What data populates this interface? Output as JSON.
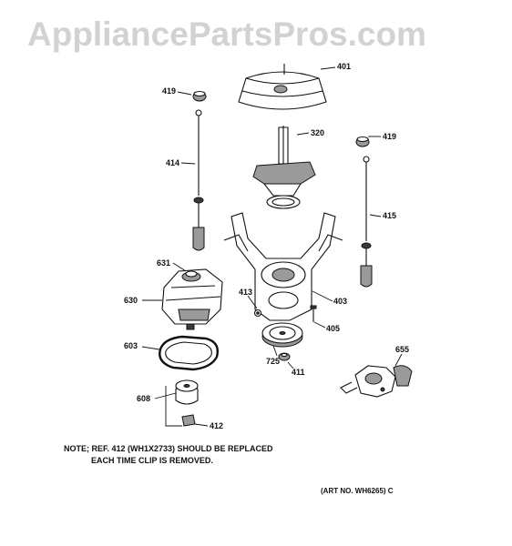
{
  "watermark": "AppliancePartsPros.com",
  "callouts": {
    "p401": "401",
    "p419a": "419",
    "p320": "320",
    "p419b": "419",
    "p414": "414",
    "p415": "415",
    "p631": "631",
    "p630": "630",
    "p413": "413",
    "p403": "403",
    "p405": "405",
    "p603": "603",
    "p655": "655",
    "p725": "725",
    "p411": "411",
    "p608": "608",
    "p412": "412"
  },
  "note": {
    "line1": "NOTE; REF. 412 (WH1X2733) SHOULD BE REPLACED",
    "line2": "EACH TIME CLIP IS REMOVED."
  },
  "art_number": "(ART NO. WH6265) C"
}
